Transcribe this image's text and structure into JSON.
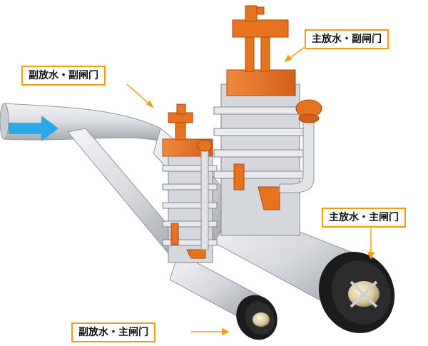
{
  "labels": {
    "sub_discharge_sub_gate": "副放水・副闸门",
    "main_discharge_sub_gate": "主放水・副闸门",
    "main_discharge_main_gate": "主放水・主闸门",
    "sub_discharge_main_gate": "副放水・主闸门"
  },
  "colors": {
    "pipe": "#dcdfe3",
    "pipe_shadow": "#a9adb3",
    "gate_orange": "#e8731e",
    "gate_orange_dark": "#b8501a",
    "frame": "#cfd2d6",
    "frame_dark": "#8f9398",
    "nozzle": "#1b1b1b",
    "valve_bronze": "#d8c79a",
    "flow_arrow": "#29a9e8",
    "callout": "#f39c12"
  },
  "icons": {
    "flow_arrow": "flow-direction-arrow-icon"
  }
}
